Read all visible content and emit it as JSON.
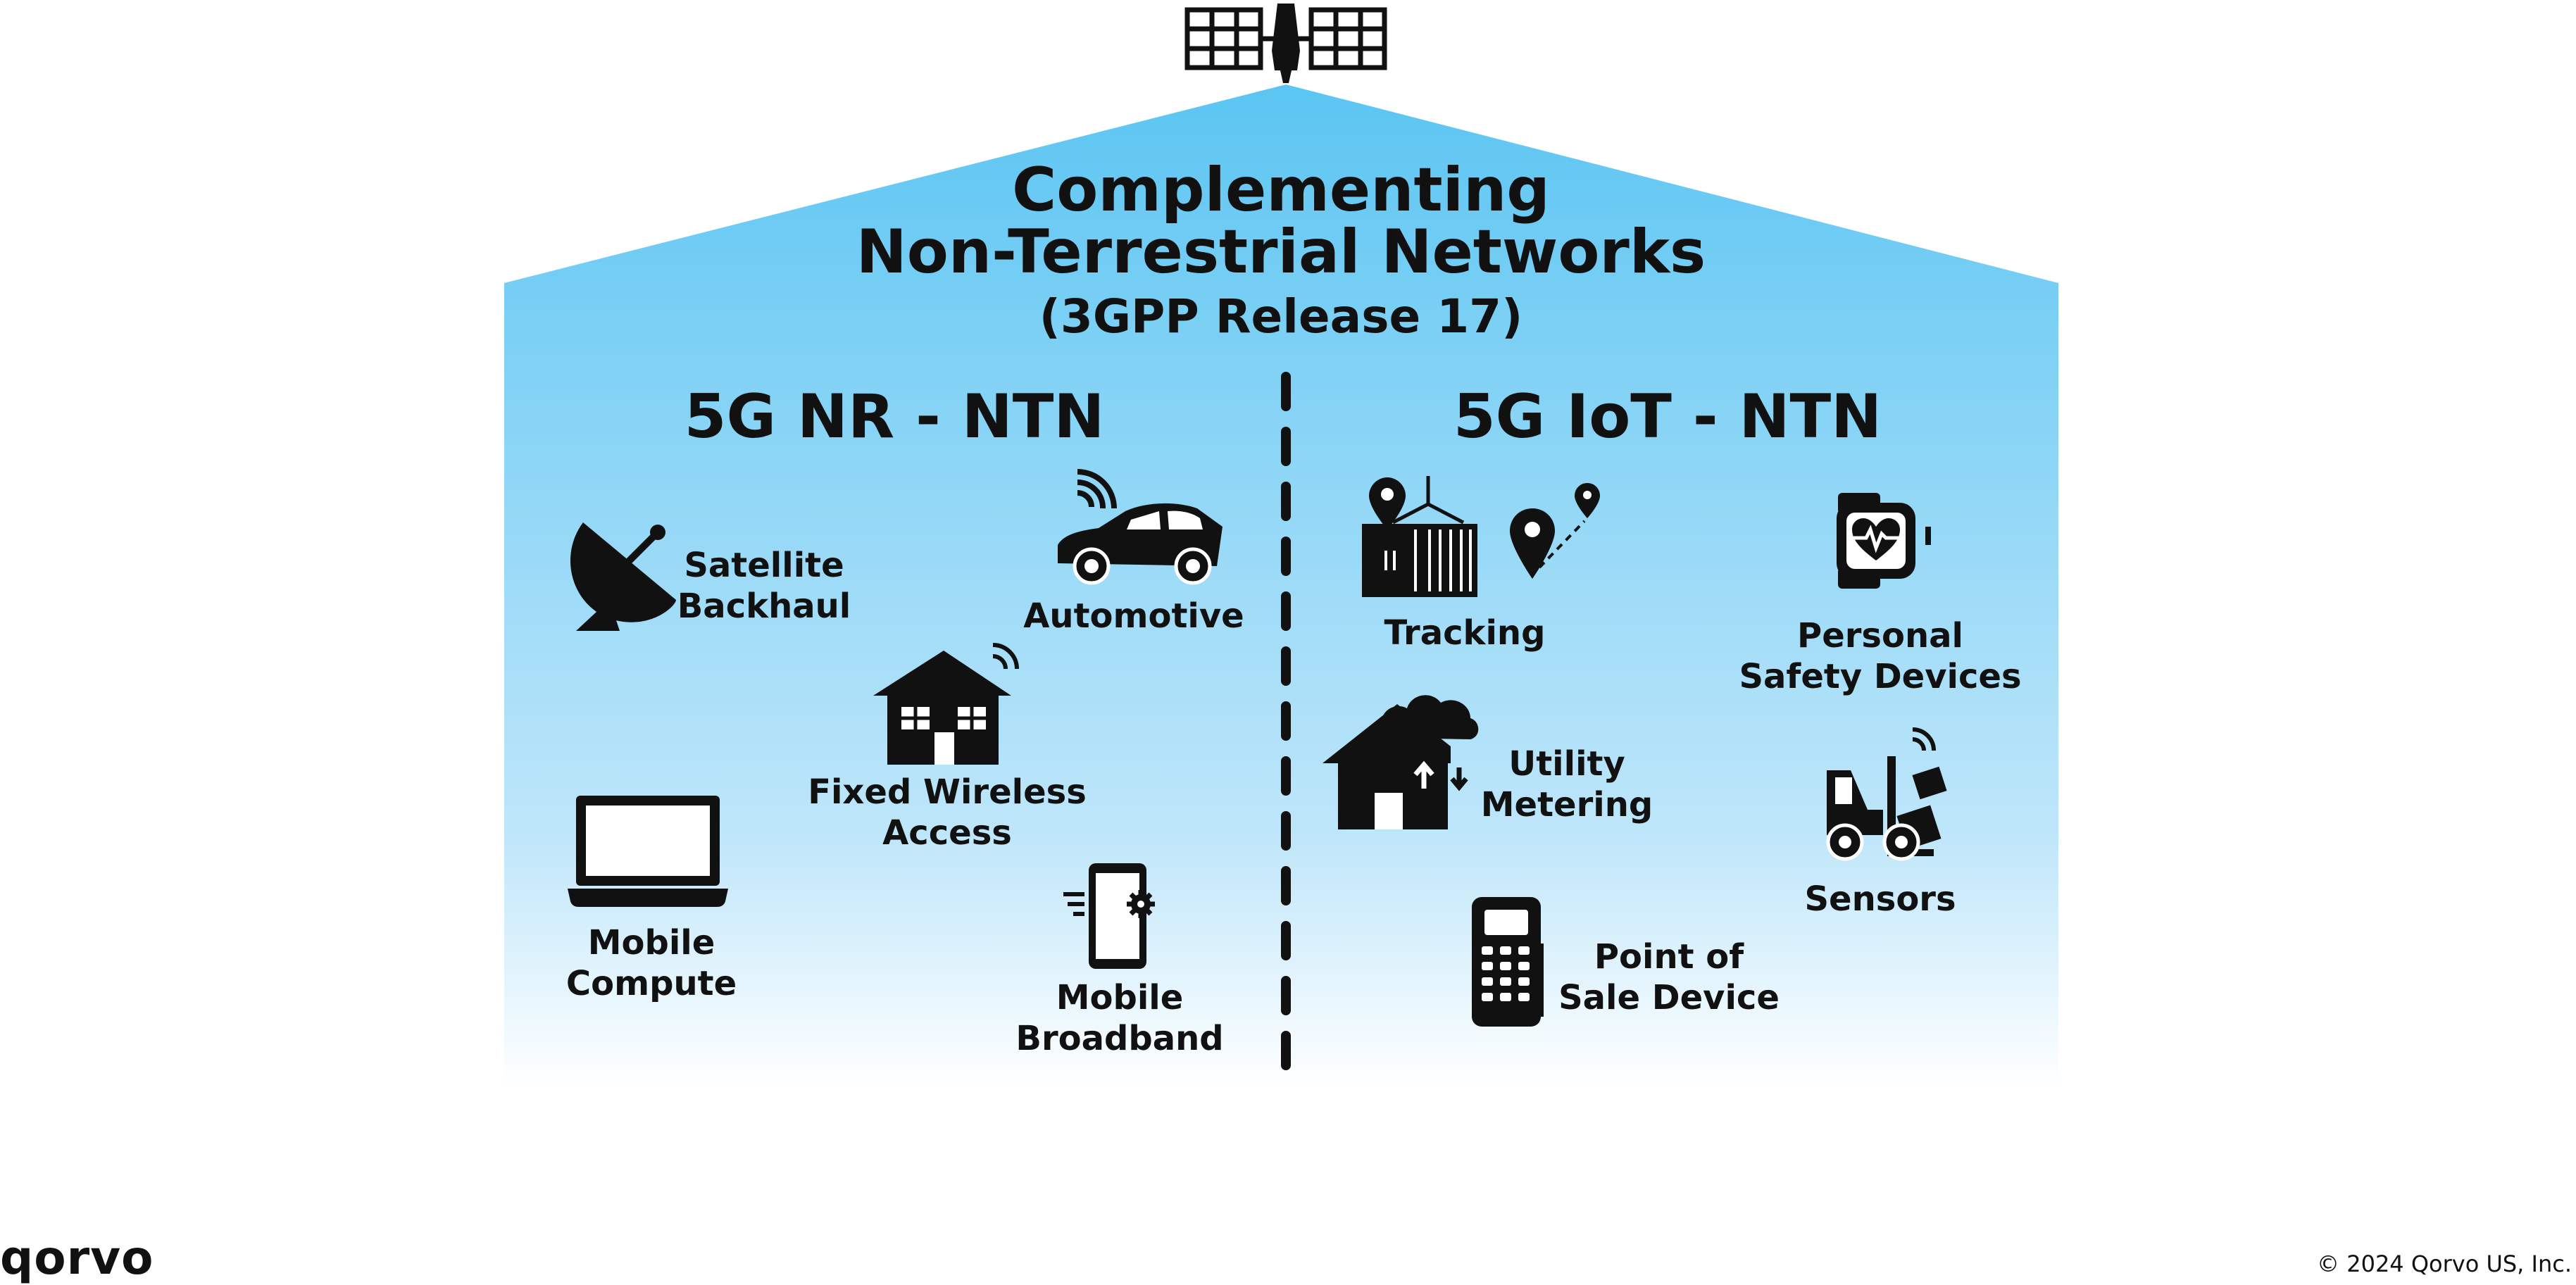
{
  "title": {
    "line1": "Complementing",
    "line2": "Non-Terrestrial Networks",
    "line3": "(3GPP Release 17)"
  },
  "left_section": {
    "heading": "5G NR - NTN",
    "items": [
      {
        "line1": "Satellite",
        "line2": "Backhaul",
        "icon": "satellite-dish-icon"
      },
      {
        "line1": "Automotive",
        "icon": "connected-car-icon"
      },
      {
        "line1": "Fixed Wireless",
        "line2": "Access",
        "icon": "house-wireless-icon"
      },
      {
        "line1": "Mobile",
        "line2": "Compute",
        "icon": "laptop-icon"
      },
      {
        "line1": "Mobile",
        "line2": "Broadband",
        "icon": "smartphone-icon"
      }
    ]
  },
  "right_section": {
    "heading": "5G IoT - NTN",
    "items": [
      {
        "line1": "Tracking",
        "icon": "container-tracking-icon"
      },
      {
        "line1": "Personal",
        "line2": "Safety Devices",
        "icon": "smartwatch-heart-icon"
      },
      {
        "line1": "Utility",
        "line2": "Metering",
        "icon": "house-cloud-icon"
      },
      {
        "line1": "Sensors",
        "icon": "forklift-sensor-icon"
      },
      {
        "line1": "Point of",
        "line2": "Sale Device",
        "icon": "pos-terminal-icon"
      }
    ]
  },
  "footer": {
    "logo": "qorvo",
    "copyright": "© 2024 Qorvo US, Inc."
  },
  "colors": {
    "house_top": "#5bc5f2",
    "house_bottom": "#ffffff",
    "ink": "#111111"
  }
}
